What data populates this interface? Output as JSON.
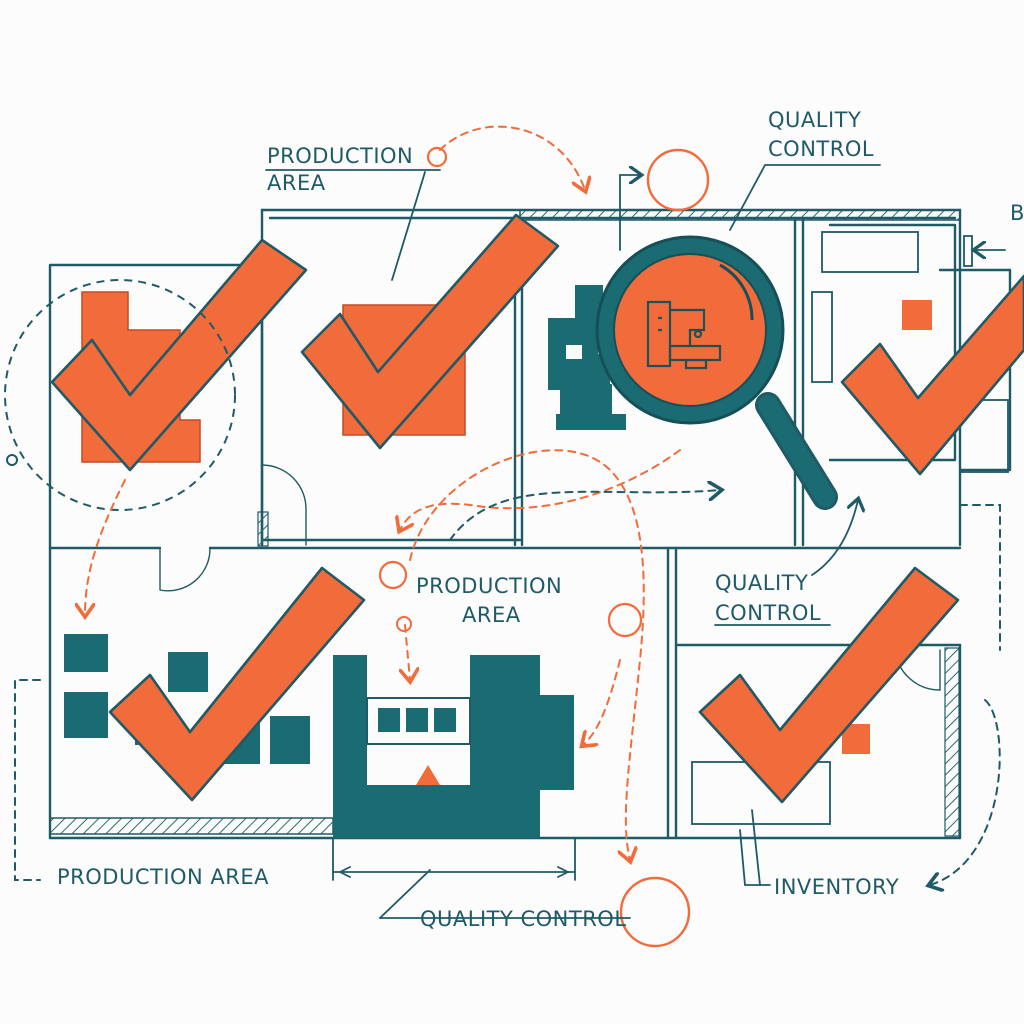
{
  "colors": {
    "ink": "#1f5a66",
    "teal": "#1b6b73",
    "orange": "#f26b3a",
    "paper": "#fbfcfb",
    "hatch": "#2b6b72"
  },
  "labels": {
    "production_area_top_line1": "PRODUCTION",
    "production_area_top_line2": "AREA",
    "quality_control_top_line1": "QUALITY",
    "quality_control_top_line2": "CONTROL",
    "edge_letter": "B",
    "production_area_mid_line1": "PRODUCTION",
    "production_area_mid_line2": "AREA",
    "quality_control_mid_line1": "QUALITY",
    "quality_control_mid_line2": "CONTROL",
    "production_area_bottom": "PRODUCTION AREA",
    "quality_control_bottom": "QUALITY CONTROL",
    "inventory": "INVENTORY"
  },
  "icons": [
    "checkmark-icon",
    "magnifying-glass-icon",
    "machine-icon",
    "arrow-icon"
  ]
}
